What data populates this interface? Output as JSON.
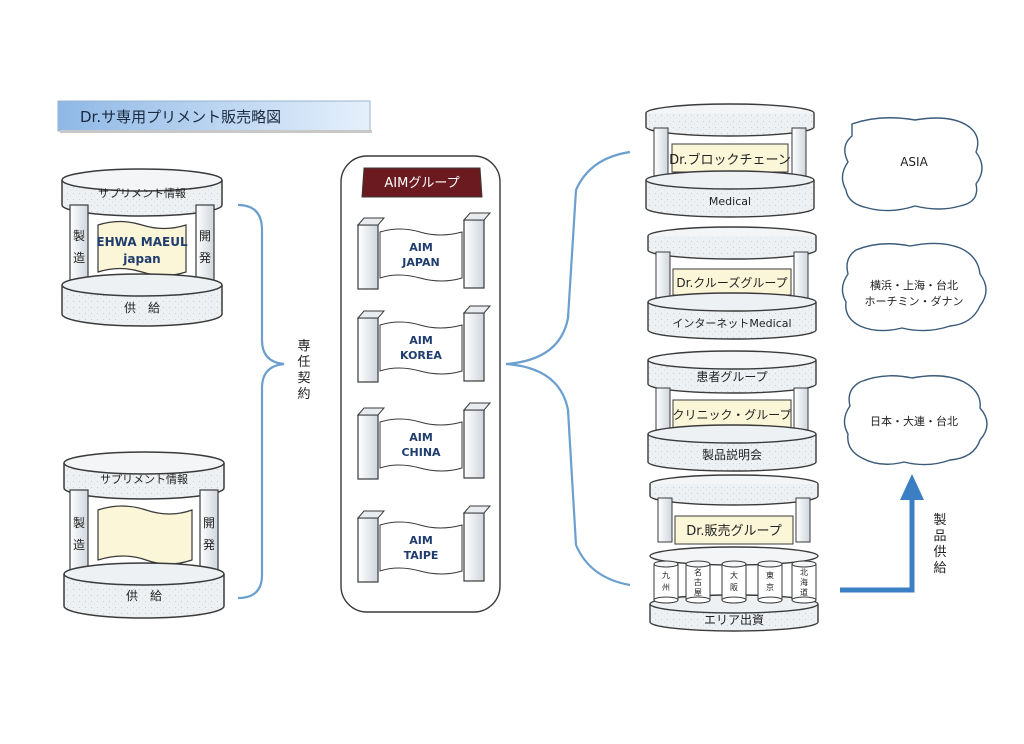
{
  "title": "Dr.サ専用プリメント販売略図",
  "left_top": {
    "header": "サプリメント情報",
    "left_side": [
      "製",
      "造"
    ],
    "right_side": [
      "開",
      "発"
    ],
    "banner": [
      "EHWA MAEUL",
      "japan"
    ],
    "footer": "供　給"
  },
  "left_bottom": {
    "header": "サプリメント情報",
    "left_side": [
      "製",
      "造"
    ],
    "right_side": [
      "開",
      "発"
    ],
    "footer": "供　給"
  },
  "contract_label": [
    "専",
    "任",
    "契",
    "約"
  ],
  "aim": {
    "header": "AIMグループ",
    "units": [
      {
        "line1": "AIM",
        "line2": "JAPAN"
      },
      {
        "line1": "AIM",
        "line2": "KOREA"
      },
      {
        "line1": "AIM",
        "line2": "CHINA"
      },
      {
        "line1": "AIM",
        "line2": "TAIPE"
      }
    ]
  },
  "right_stacks": [
    {
      "top_label": "",
      "banner": "Dr.ブロックチェーン",
      "bottom_label": "Medical"
    },
    {
      "top_label": "",
      "banner": "Dr.クルーズグループ",
      "bottom_label": "インターネットMedical"
    },
    {
      "top_label": "患者グループ",
      "banner": "クリニック・グループ",
      "bottom_label": "製品説明会"
    },
    {
      "top_label": "",
      "banner": "Dr.販売グループ",
      "bottom_label": "エリア出資",
      "cylinders": [
        [
          "九",
          "州"
        ],
        [
          "名",
          "古",
          "屋"
        ],
        [
          "大",
          "阪"
        ],
        [
          "東",
          "京"
        ],
        [
          "北",
          "海",
          "道"
        ]
      ]
    }
  ],
  "regions": [
    {
      "lines": [
        "ASIA"
      ]
    },
    {
      "lines": [
        "横浜・上海・台北",
        "ホーチミン・ダナン"
      ]
    },
    {
      "lines": [
        "日本・大連・台北"
      ]
    }
  ],
  "supply_label": [
    "製",
    "品",
    "供",
    "給"
  ],
  "colors": {
    "line": "#6a9fcf",
    "outline": "#3a3a3a",
    "banner": "#fbf6d8",
    "aim_header": "#6b1a1f",
    "title_box": "#a9c8ea",
    "arrow": "#3a7fc4"
  }
}
